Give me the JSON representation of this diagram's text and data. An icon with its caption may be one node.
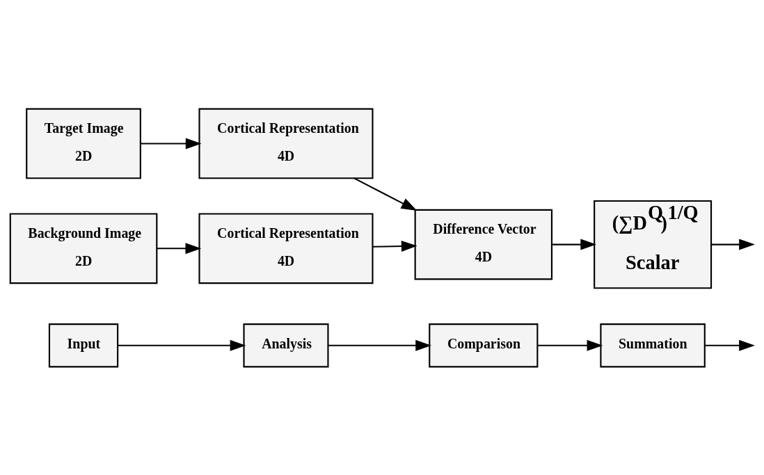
{
  "diagram": {
    "nodes": [
      {
        "text": [
          "Input"
        ]
      },
      {
        "text": [
          "Analysis"
        ]
      },
      {
        "text": [
          "Comparison"
        ]
      },
      {
        "text": [
          "Summation"
        ]
      },
      {
        "text": [
          "Target Image",
          "2D"
        ]
      },
      {
        "text": [
          "Cortical Representation",
          "4D"
        ]
      },
      {
        "text": [
          "Background Image",
          "2D"
        ]
      },
      {
        "text": [
          "Cortical Representation",
          "4D"
        ]
      },
      {
        "text": [
          "Difference Vector",
          "4D"
        ]
      },
      {
        "text": [
          "(∑D$^{Q}$)$^{1/Q}$",
          "Scalar"
        ]
      }
    ],
    "edges": [
      {
        "from": 0,
        "to": 1,
        "arrow": "to"
      },
      {
        "from": 1,
        "to": 2,
        "arrow": "to"
      },
      {
        "from": 2,
        "to": 3,
        "arrow": "to"
      },
      {
        "from": 3,
        "to": null,
        "arrow": "to"
      },
      {
        "from": 4,
        "to": 5,
        "arrow": "to"
      },
      {
        "from": 5,
        "to": 8,
        "arrow": "to"
      },
      {
        "from": 6,
        "to": 7,
        "arrow": "to"
      },
      {
        "from": 7,
        "to": 8,
        "arrow": "to"
      },
      {
        "from": 8,
        "to": 9,
        "arrow": "to"
      },
      {
        "from": 9,
        "to": null,
        "arrow": "to"
      }
    ]
  }
}
